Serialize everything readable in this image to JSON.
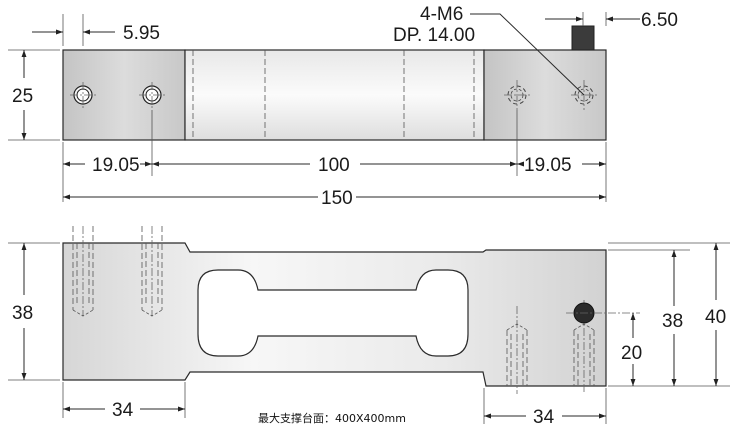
{
  "top_view": {
    "thread_note_line1": "4-M6",
    "thread_note_line2": "DP. 14.00",
    "hole_offset": "5.95",
    "cable_offset": "6.50",
    "height": "25",
    "hole_spacing_left": "19.05",
    "gauge_length": "100",
    "hole_spacing_right": "19.05",
    "overall_length": "150"
  },
  "side_view": {
    "left_height": "38",
    "right_inner_height": "38",
    "right_outer_height": "40",
    "cable_height": "20",
    "left_mount_length": "34",
    "right_mount_length": "34",
    "platform_note": "最大支撑台面：400X400mm"
  },
  "colors": {
    "body_gradient_light": "#fdfdfd",
    "body_gradient_dark": "#d8d8d8",
    "block_fill": "#cfcfcf",
    "cable": "#3b3b3b"
  }
}
